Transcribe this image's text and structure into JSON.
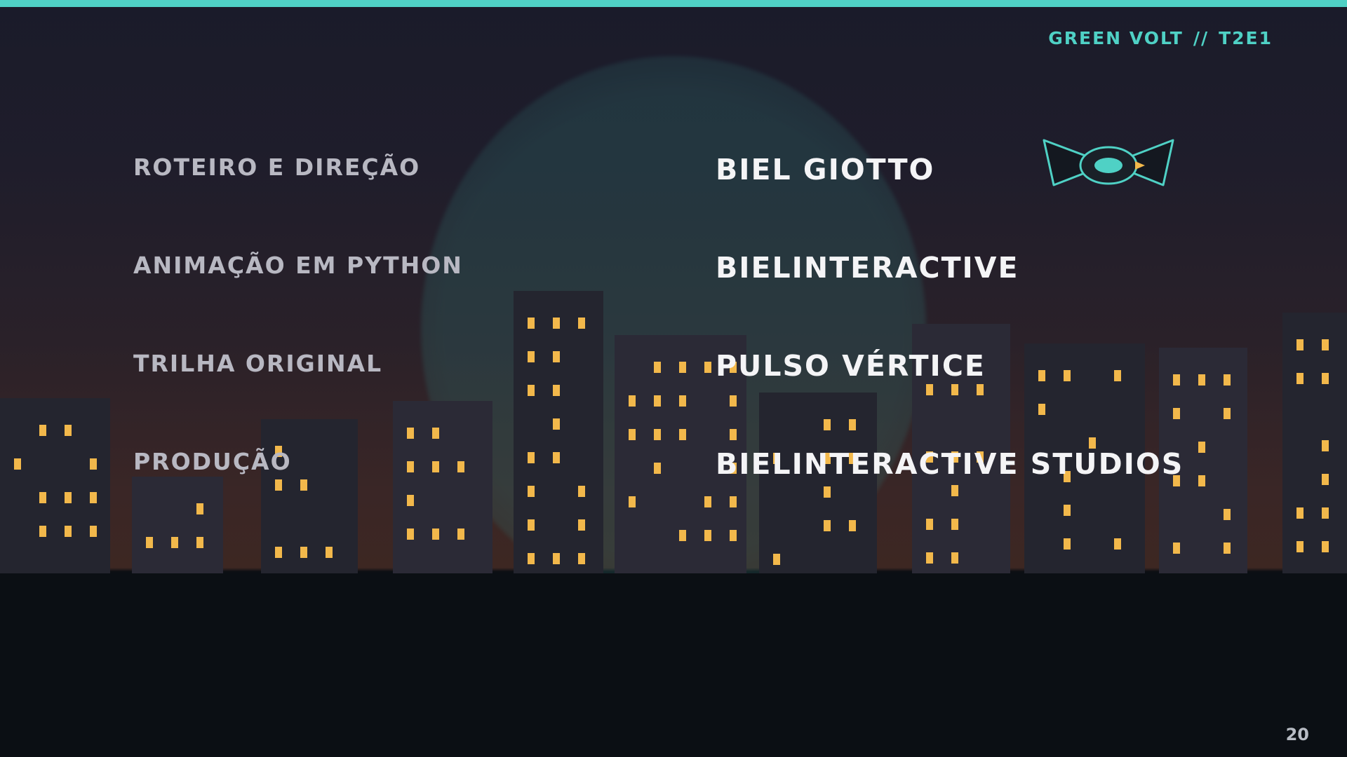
{
  "colors": {
    "accent": "#4fd1c5",
    "window_lit": "#f2b84b",
    "building": "#24252f",
    "building_alt": "#2b2a36",
    "moon": "#2e6b6a"
  },
  "header": {
    "show": "GREEN VOLT",
    "separator": "//",
    "episode": "T2E1"
  },
  "credits": [
    {
      "role": "ROTEIRO E DIREÇÃO",
      "name": "BIEL GIOTTO"
    },
    {
      "role": "ANIMAÇÃO EM PYTHON",
      "name": "BIELINTERACTIVE"
    },
    {
      "role": "TRILHA ORIGINAL",
      "name": "PULSO VÉRTICE"
    },
    {
      "role": "PRODUÇÃO",
      "name": "BIELINTERACTIVE STUDIOS"
    }
  ],
  "icons": {
    "ship": "drone-ship-icon",
    "moon": "moon-icon"
  },
  "footer": {
    "page_number": "20"
  }
}
